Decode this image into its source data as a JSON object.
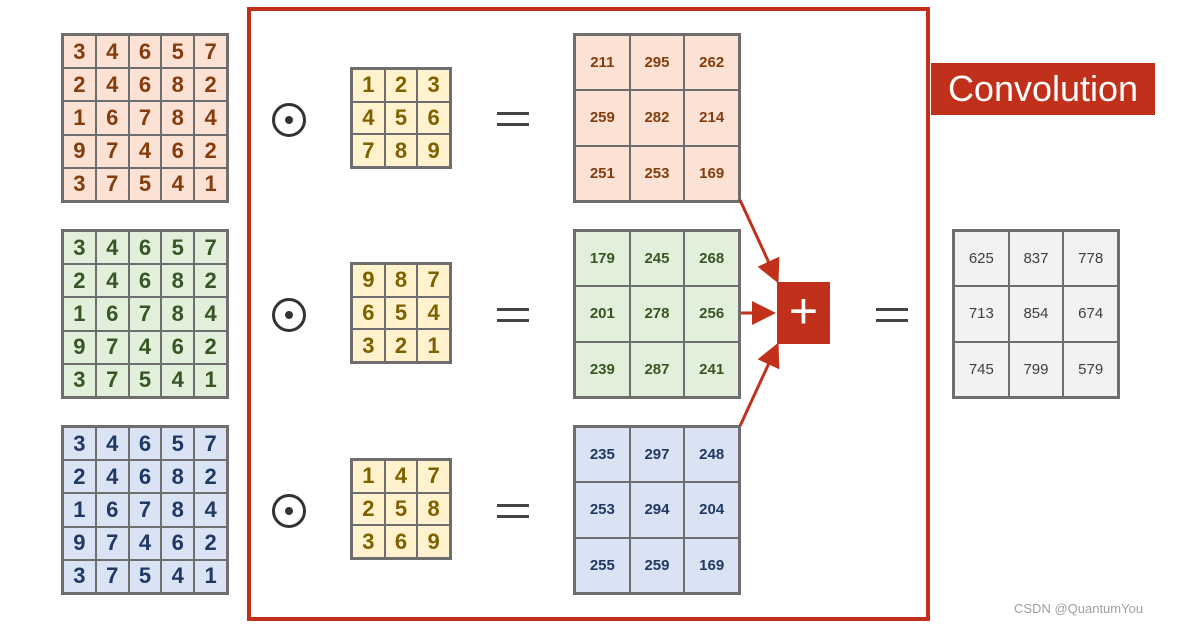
{
  "input_channels": {
    "red": [
      [
        3,
        4,
        6,
        5,
        7
      ],
      [
        2,
        4,
        6,
        8,
        2
      ],
      [
        1,
        6,
        7,
        8,
        4
      ],
      [
        9,
        7,
        4,
        6,
        2
      ],
      [
        3,
        7,
        5,
        4,
        1
      ]
    ],
    "green": [
      [
        3,
        4,
        6,
        5,
        7
      ],
      [
        2,
        4,
        6,
        8,
        2
      ],
      [
        1,
        6,
        7,
        8,
        4
      ],
      [
        9,
        7,
        4,
        6,
        2
      ],
      [
        3,
        7,
        5,
        4,
        1
      ]
    ],
    "blue": [
      [
        3,
        4,
        6,
        5,
        7
      ],
      [
        2,
        4,
        6,
        8,
        2
      ],
      [
        1,
        6,
        7,
        8,
        4
      ],
      [
        9,
        7,
        4,
        6,
        2
      ],
      [
        3,
        7,
        5,
        4,
        1
      ]
    ]
  },
  "kernels": {
    "red": [
      [
        1,
        2,
        3
      ],
      [
        4,
        5,
        6
      ],
      [
        7,
        8,
        9
      ]
    ],
    "green": [
      [
        9,
        8,
        7
      ],
      [
        6,
        5,
        4
      ],
      [
        3,
        2,
        1
      ]
    ],
    "blue": [
      [
        1,
        4,
        7
      ],
      [
        2,
        5,
        8
      ],
      [
        3,
        6,
        9
      ]
    ]
  },
  "channel_results": {
    "red": [
      [
        211,
        295,
        262
      ],
      [
        259,
        282,
        214
      ],
      [
        251,
        253,
        169
      ]
    ],
    "green": [
      [
        179,
        245,
        268
      ],
      [
        201,
        278,
        256
      ],
      [
        239,
        287,
        241
      ]
    ],
    "blue": [
      [
        235,
        297,
        248
      ],
      [
        253,
        294,
        204
      ],
      [
        255,
        259,
        169
      ]
    ]
  },
  "output": [
    [
      625,
      837,
      778
    ],
    [
      713,
      854,
      674
    ],
    [
      745,
      799,
      579
    ]
  ],
  "label": "Convolution",
  "plus_symbol": "+",
  "watermark": "CSDN @QuantumYou",
  "colors": {
    "frame": "#c0301b",
    "red_fill": "#fbe2d5",
    "red_text": "#843c0c",
    "green_fill": "#e2efda",
    "green_text": "#375623",
    "blue_fill": "#dae3f3",
    "blue_text": "#1f3864",
    "kernel_fill": "#fff2cc",
    "kernel_text": "#7f6000",
    "output_fill": "#f2f2f2"
  }
}
